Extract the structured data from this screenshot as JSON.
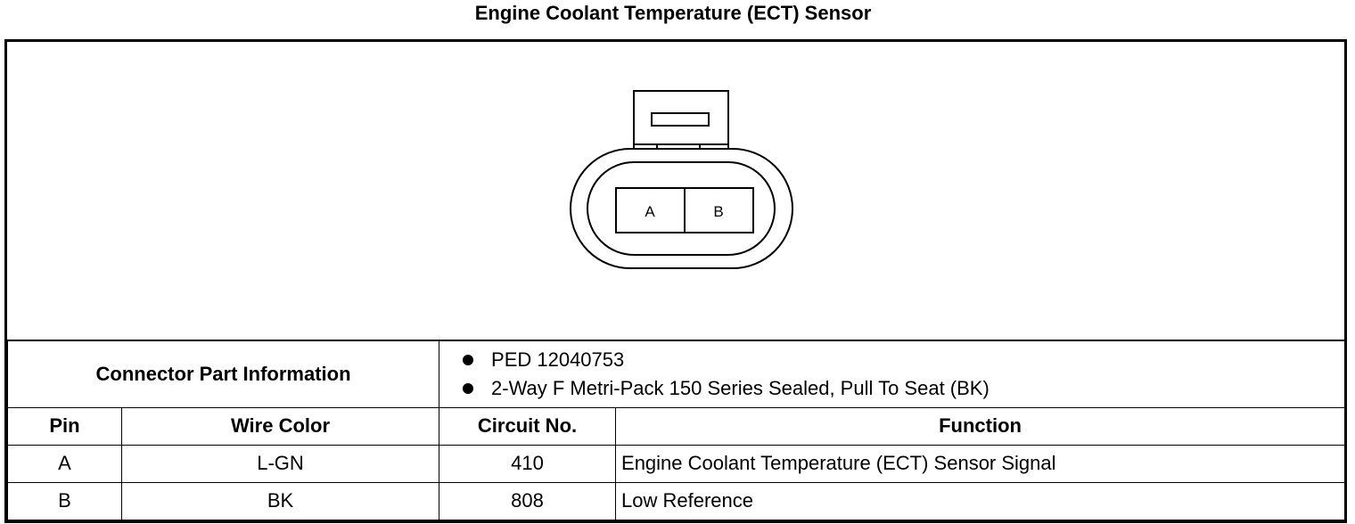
{
  "title": "Engine Coolant Temperature (ECT) Sensor",
  "connector": {
    "pins": [
      "A",
      "B"
    ]
  },
  "part_info": {
    "label": "Connector Part Information",
    "items": [
      "PED 12040753",
      "2-Way F Metri-Pack 150 Series Sealed, Pull To Seat (BK)"
    ]
  },
  "table": {
    "headers": [
      "Pin",
      "Wire Color",
      "Circuit No.",
      "Function"
    ],
    "rows": [
      {
        "pin": "A",
        "wire_color": "L-GN",
        "circuit": "410",
        "function": "Engine Coolant Temperature (ECT) Sensor Signal"
      },
      {
        "pin": "B",
        "wire_color": "BK",
        "circuit": "808",
        "function": "Low Reference"
      }
    ]
  }
}
